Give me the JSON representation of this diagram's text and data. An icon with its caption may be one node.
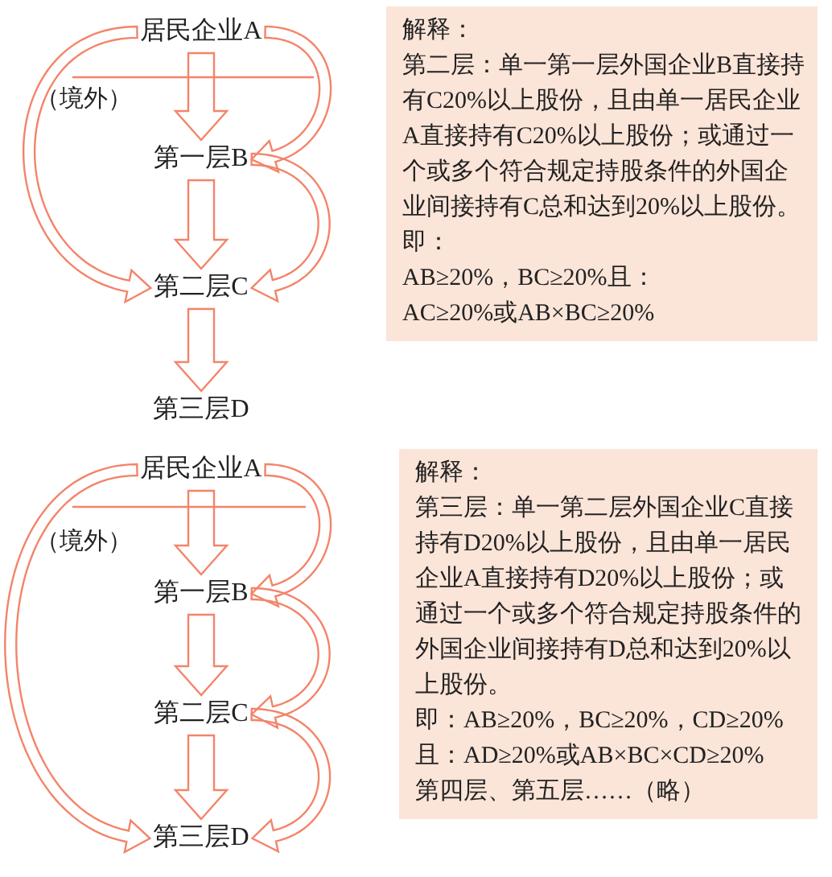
{
  "diagram": {
    "nodes": [
      {
        "text": [
          "居民企业A"
        ]
      },
      {
        "text": [
          "第一层B"
        ]
      },
      {
        "text": [
          "第二层C"
        ]
      },
      {
        "text": [
          "第三层D"
        ]
      },
      {
        "text": [
          "解释：",
          "第二层：单一第一层外国企业B直接持有C20%以上股份，且由单一居民企业A直接持有C20%以上股份；或通过一个或多个符合规定持股条件的外国企业间接持有C总和达到20%以上股份。即：",
          "AB≥20%，BC≥20%且：",
          "AC≥20%或AB×BC≥20%"
        ]
      },
      {
        "text": [
          "居民企业A"
        ]
      },
      {
        "text": [
          "第一层B"
        ]
      },
      {
        "text": [
          "第二层C"
        ]
      },
      {
        "text": [
          "第三层D"
        ]
      },
      {
        "text": [
          "解释：",
          "第三层：单一第二层外国企业C直接持有D20%以上股份，且由单一居民企业A直接持有D20%以上股份；或通过一个或多个符合规定持股条件的外国企业间接持有D总和达到20%以上股份。",
          "即：AB≥20%，BC≥20%，CD≥20%且：AD≥20%或AB×BC×CD≥20%",
          "第四层、第五层……（略）"
        ]
      }
    ],
    "edges": [
      {
        "from": 0,
        "to": 1,
        "arrow": "to"
      },
      {
        "from": 1,
        "to": 2,
        "arrow": "to"
      },
      {
        "from": 2,
        "to": 3,
        "arrow": "to"
      },
      {
        "from": 0,
        "to": 1,
        "arrow": "to"
      },
      {
        "from": 1,
        "to": 2,
        "arrow": "to"
      },
      {
        "from": 0,
        "to": 2,
        "arrow": "to"
      },
      {
        "from": 5,
        "to": 6,
        "arrow": "to"
      },
      {
        "from": 6,
        "to": 7,
        "arrow": "to"
      },
      {
        "from": 7,
        "to": 8,
        "arrow": "to"
      },
      {
        "from": 5,
        "to": 6,
        "arrow": "to"
      },
      {
        "from": 6,
        "to": 7,
        "arrow": "to"
      },
      {
        "from": 7,
        "to": 8,
        "arrow": "to"
      },
      {
        "from": 5,
        "to": 8,
        "arrow": "to"
      }
    ],
    "labels": [
      "（境外）",
      "（境外）"
    ]
  }
}
